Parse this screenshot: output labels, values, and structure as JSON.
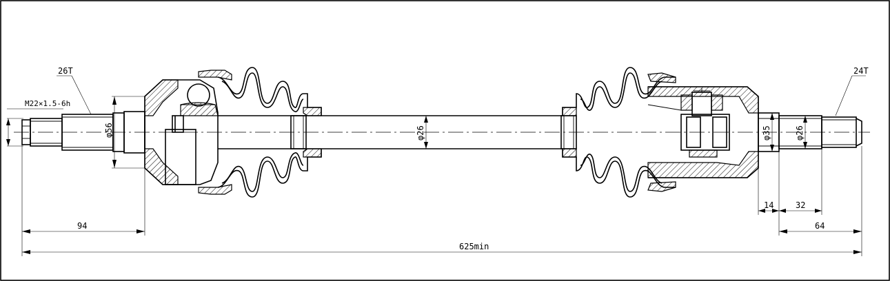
{
  "labels": {
    "spline_left": "26T",
    "spline_right": "24T",
    "thread": "M22×1.5-6h",
    "dia_outer_left": "φ56",
    "dia_shaft": "φ26",
    "dia_right_housing": "φ35",
    "dia_right_stub": "φ26",
    "dim_left": "94",
    "dim_total": "625min",
    "dim_14": "14",
    "dim_32": "32",
    "dim_64": "64"
  }
}
